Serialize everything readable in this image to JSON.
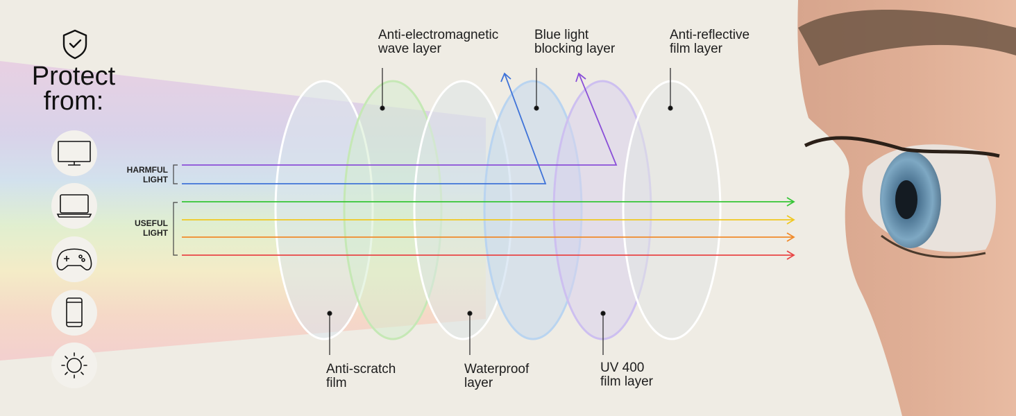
{
  "title": [
    "Protect",
    "from:"
  ],
  "devices": [
    "tv-icon",
    "laptop-icon",
    "gamepad-icon",
    "smartphone-icon",
    "sun-icon"
  ],
  "light_groups": {
    "harmful": [
      "HARMFUL",
      "LIGHT"
    ],
    "useful": [
      "USEFUL",
      "LIGHT"
    ]
  },
  "layers_top": {
    "emw": [
      "Anti-electromagnetic",
      "wave layer"
    ],
    "blue": [
      "Blue light",
      "blocking layer"
    ],
    "antiref": [
      "Anti-reflective",
      "film layer"
    ]
  },
  "layers_bottom": {
    "scratch": [
      "Anti-scratch",
      "film"
    ],
    "water": [
      "Waterproof",
      "layer"
    ],
    "uv": [
      "UV 400",
      "film layer"
    ]
  },
  "colors": {
    "violet_ray": "#8a4fd8",
    "blue_ray": "#3f73d8",
    "green_ray": "#35c535",
    "yellow_ray": "#f0c820",
    "orange_ray": "#f08a2a",
    "red_ray": "#e84545",
    "background": "#efece4"
  }
}
